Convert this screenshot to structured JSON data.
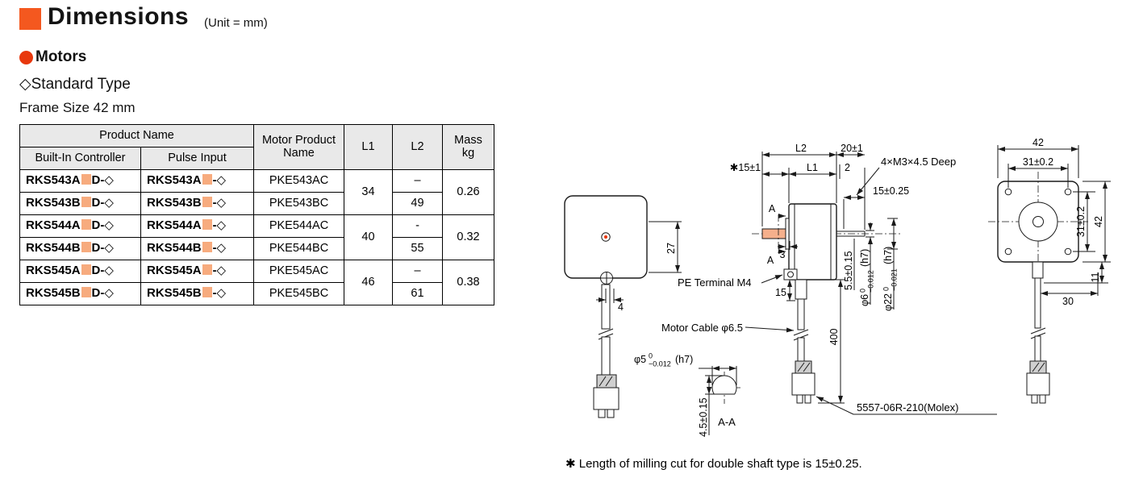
{
  "header": {
    "title": "Dimensions",
    "unit_note": "(Unit = mm)",
    "motors_label": "Motors",
    "standard_type_label": "◇Standard Type",
    "frame_size_label": "Frame Size 42 mm",
    "accent_color": "#f4581f",
    "bullet_color": "#e8380d",
    "placeholder_box_color": "#f7ab7e"
  },
  "table": {
    "headers": {
      "product_name": "Product Name",
      "built_in_controller": "Built-In Controller",
      "pulse_input": "Pulse Input",
      "motor_product_name": "Motor Product Name",
      "l1": "L1",
      "l2": "L2",
      "mass": "Mass",
      "mass_unit": "kg"
    },
    "rows": [
      {
        "bic_pre": "RKS543A",
        "bic_suf": "D-◇",
        "pi_pre": "RKS543A",
        "pi_suf": "-◇",
        "motor": "PKE543AC",
        "l2": "–"
      },
      {
        "bic_pre": "RKS543B",
        "bic_suf": "D-◇",
        "pi_pre": "RKS543B",
        "pi_suf": "-◇",
        "motor": "PKE543BC",
        "l2": "49"
      },
      {
        "bic_pre": "RKS544A",
        "bic_suf": "D-◇",
        "pi_pre": "RKS544A",
        "pi_suf": "-◇",
        "motor": "PKE544AC",
        "l2": "-"
      },
      {
        "bic_pre": "RKS544B",
        "bic_suf": "D-◇",
        "pi_pre": "RKS544B",
        "pi_suf": "-◇",
        "motor": "PKE544BC",
        "l2": "55"
      },
      {
        "bic_pre": "RKS545A",
        "bic_suf": "D-◇",
        "pi_pre": "RKS545A",
        "pi_suf": "-◇",
        "motor": "PKE545AC",
        "l2": "–"
      },
      {
        "bic_pre": "RKS545B",
        "bic_suf": "D-◇",
        "pi_pre": "RKS545B",
        "pi_suf": "-◇",
        "motor": "PKE545BC",
        "l2": "61"
      }
    ],
    "l1_groups": [
      "34",
      "40",
      "46"
    ],
    "mass_groups": [
      "0.26",
      "0.32",
      "0.38"
    ]
  },
  "drawing": {
    "dims": {
      "l2": "L2",
      "d20": "20±1",
      "d2": "2",
      "d15s": "✱15±1",
      "l1": "L1",
      "m3": "4×M3×4.5 Deep",
      "d15m": "15±0.25",
      "secA": "A",
      "d3": "3",
      "d27": "27",
      "d4": "4",
      "pe": "PE Terminal M4",
      "d15c": "15",
      "cable": "Motor Cable φ6.5",
      "d400": "400",
      "d55": "5.5±0.15",
      "phi6": {
        "base": "φ6",
        "upper": "0",
        "lower": "−0.012",
        "fit": "(h7)"
      },
      "phi22": {
        "base": "φ22",
        "upper": "0",
        "lower": "−0.021",
        "fit": "(h7)"
      },
      "phi5": {
        "base": "φ5",
        "upper": "0",
        "lower": "−0.012",
        "fit": "(h7)"
      },
      "aa": "A-A",
      "d45": "4.5±0.15",
      "molex": "5557-06R-210(Molex)",
      "r42t": "42",
      "r31t": "31±0.2",
      "r31r": "31±0.2",
      "r42r": "42",
      "d11": "11",
      "d30": "30"
    },
    "footnote": "✱ Length of milling cut for double shaft type is 15±0.25."
  }
}
